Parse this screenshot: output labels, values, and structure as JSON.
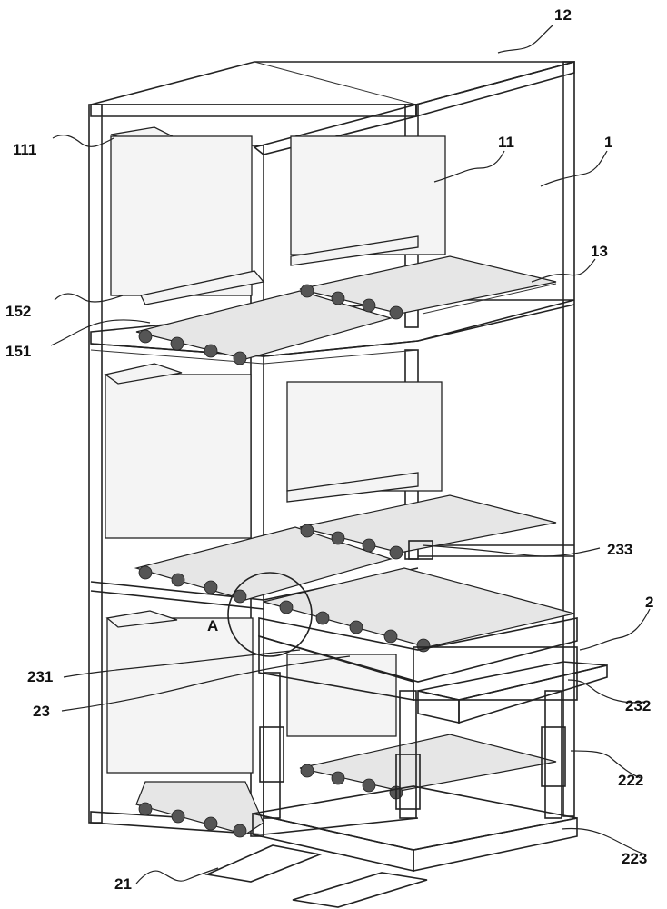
{
  "labels": {
    "l12": "12",
    "l111": "111",
    "l11": "11",
    "l1": "1",
    "l13": "13",
    "l152": "152",
    "l151": "151",
    "l233": "233",
    "l2": "2",
    "lA": "A",
    "l231": "231",
    "l23": "23",
    "l232": "232",
    "l222": "222",
    "l223": "223",
    "l21": "21"
  }
}
